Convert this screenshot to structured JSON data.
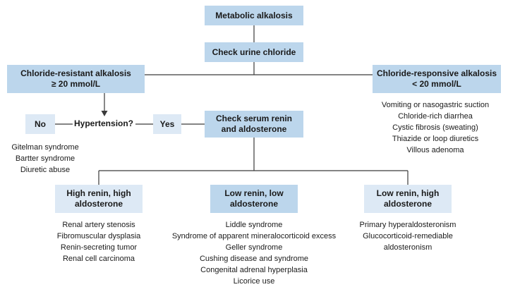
{
  "nodes": {
    "metabolic_alkalosis": "Metabolic alkalosis",
    "check_urine_chloride": "Check urine chloride",
    "chloride_resistant": [
      "Chloride-resistant alkalosis",
      "≥ 20 mmol/L"
    ],
    "chloride_responsive": [
      "Chloride-responsive alkalosis",
      "< 20 mmol/L"
    ],
    "hypertension_question": "Hypertension?",
    "no": "No",
    "yes": "Yes",
    "check_renin_aldosterone": [
      "Check serum renin",
      "and aldosterone"
    ],
    "high_renin_high_aldo": [
      "High renin, high",
      "aldosterone"
    ],
    "low_renin_low_aldo": [
      "Low renin, low",
      "aldosterone"
    ],
    "low_renin_high_aldo": [
      "Low renin, high",
      "aldosterone"
    ]
  },
  "lists": {
    "chloride_responsive_causes": [
      "Vomiting or nasogastric suction",
      "Chloride-rich diarrhea",
      "Cystic fibrosis (sweating)",
      "Thiazide or loop diuretics",
      "Villous adenoma"
    ],
    "no_hypertension_causes": [
      "Gitelman syndrome",
      "Bartter syndrome",
      "Diuretic abuse"
    ],
    "high_renin_high_aldo_causes": [
      "Renal artery stenosis",
      "Fibromuscular dysplasia",
      "Renin-secreting tumor",
      "Renal cell carcinoma"
    ],
    "low_renin_low_aldo_causes": [
      "Liddle syndrome",
      "Syndrome of apparent mineralocorticoid excess",
      "Geller syndrome",
      "Cushing disease and syndrome",
      "Congenital adrenal hyperplasia",
      "Licorice use"
    ],
    "low_renin_high_aldo_causes": [
      "Primary hyperaldosteronism",
      "Glucocorticoid-remediable",
      "aldosteronism"
    ]
  },
  "colors": {
    "box_dark": "#bcd6ec",
    "box_light": "#dde9f5",
    "connector": "#3a3a3a"
  }
}
